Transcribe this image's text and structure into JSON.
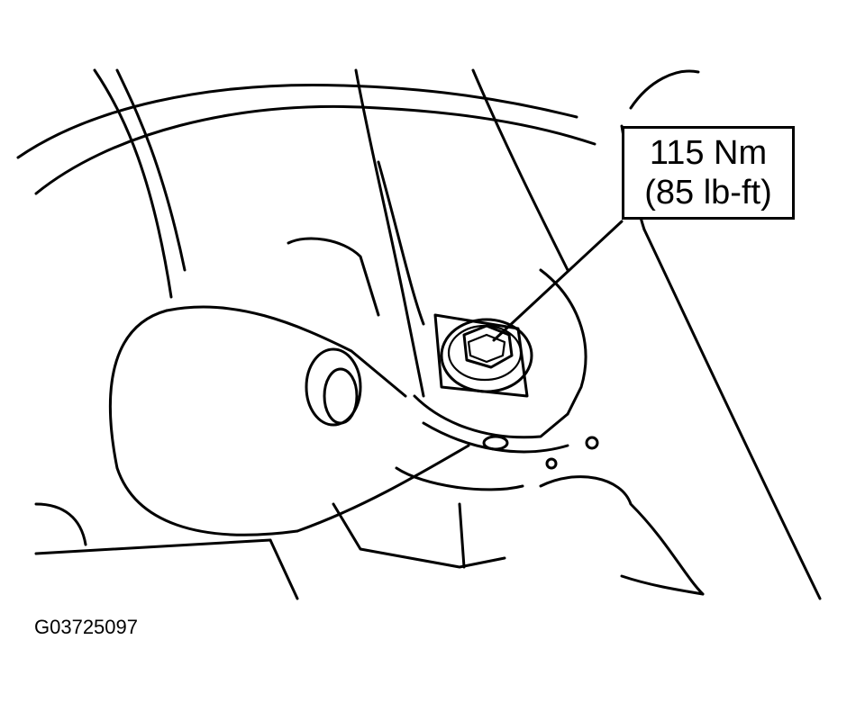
{
  "callout": {
    "torque_nm": "115 Nm",
    "torque_lbft": "(85 lb-ft)"
  },
  "figure_id": "G03725097"
}
